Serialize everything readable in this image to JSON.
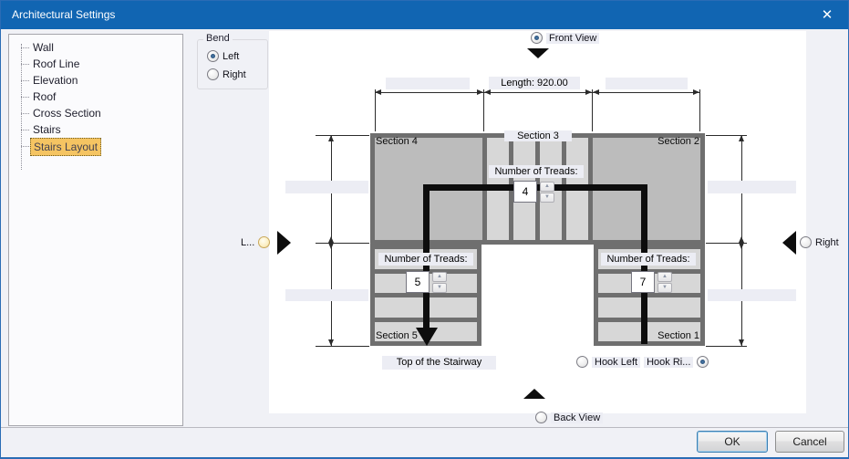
{
  "window": {
    "title": "Architectural Settings",
    "close_glyph": "✕"
  },
  "sidebar": {
    "items": [
      {
        "label": "Wall",
        "selected": false
      },
      {
        "label": "Roof Line",
        "selected": false
      },
      {
        "label": "Elevation",
        "selected": false
      },
      {
        "label": "Roof",
        "selected": false
      },
      {
        "label": "Cross Section",
        "selected": false
      },
      {
        "label": "Stairs",
        "selected": false
      },
      {
        "label": "Stairs Layout",
        "selected": true
      }
    ]
  },
  "bend": {
    "title": "Bend",
    "left": {
      "label": "Left",
      "selected": true
    },
    "right": {
      "label": "Right",
      "selected": false
    }
  },
  "views": {
    "front": {
      "label": "Front View",
      "selected": true
    },
    "back": {
      "label": "Back View",
      "selected": false
    },
    "left": {
      "label": "L...",
      "selected": true
    },
    "right": {
      "label": "Right",
      "selected": false
    }
  },
  "hooks": {
    "left": {
      "label": "Hook Left",
      "selected": false
    },
    "right": {
      "label": "Hook Ri...",
      "selected": true
    }
  },
  "diagram": {
    "length_label": "Length: 920.00",
    "top_label": "Top of the Stairway",
    "sections": {
      "s1": "Section 1",
      "s2": "Section 2",
      "s3": "Section 3",
      "s4": "Section 4",
      "s5": "Section 5"
    },
    "treads_center": {
      "label": "Number of Treads:",
      "value": "4"
    },
    "treads_left": {
      "label": "Number of Treads:",
      "value": "5"
    },
    "treads_right": {
      "label": "Number of Treads:",
      "value": "7"
    }
  },
  "footer": {
    "ok": "OK",
    "cancel": "Cancel"
  },
  "colors": {
    "titlebar": "#1165b2",
    "selected_item_bg": "#f5c462",
    "section_dark": "#bcbcbc",
    "section_light": "#d7d7d7",
    "structure": "#6f6f6f",
    "label_bg": "#ecedf4",
    "path": "#0d0d0d"
  }
}
